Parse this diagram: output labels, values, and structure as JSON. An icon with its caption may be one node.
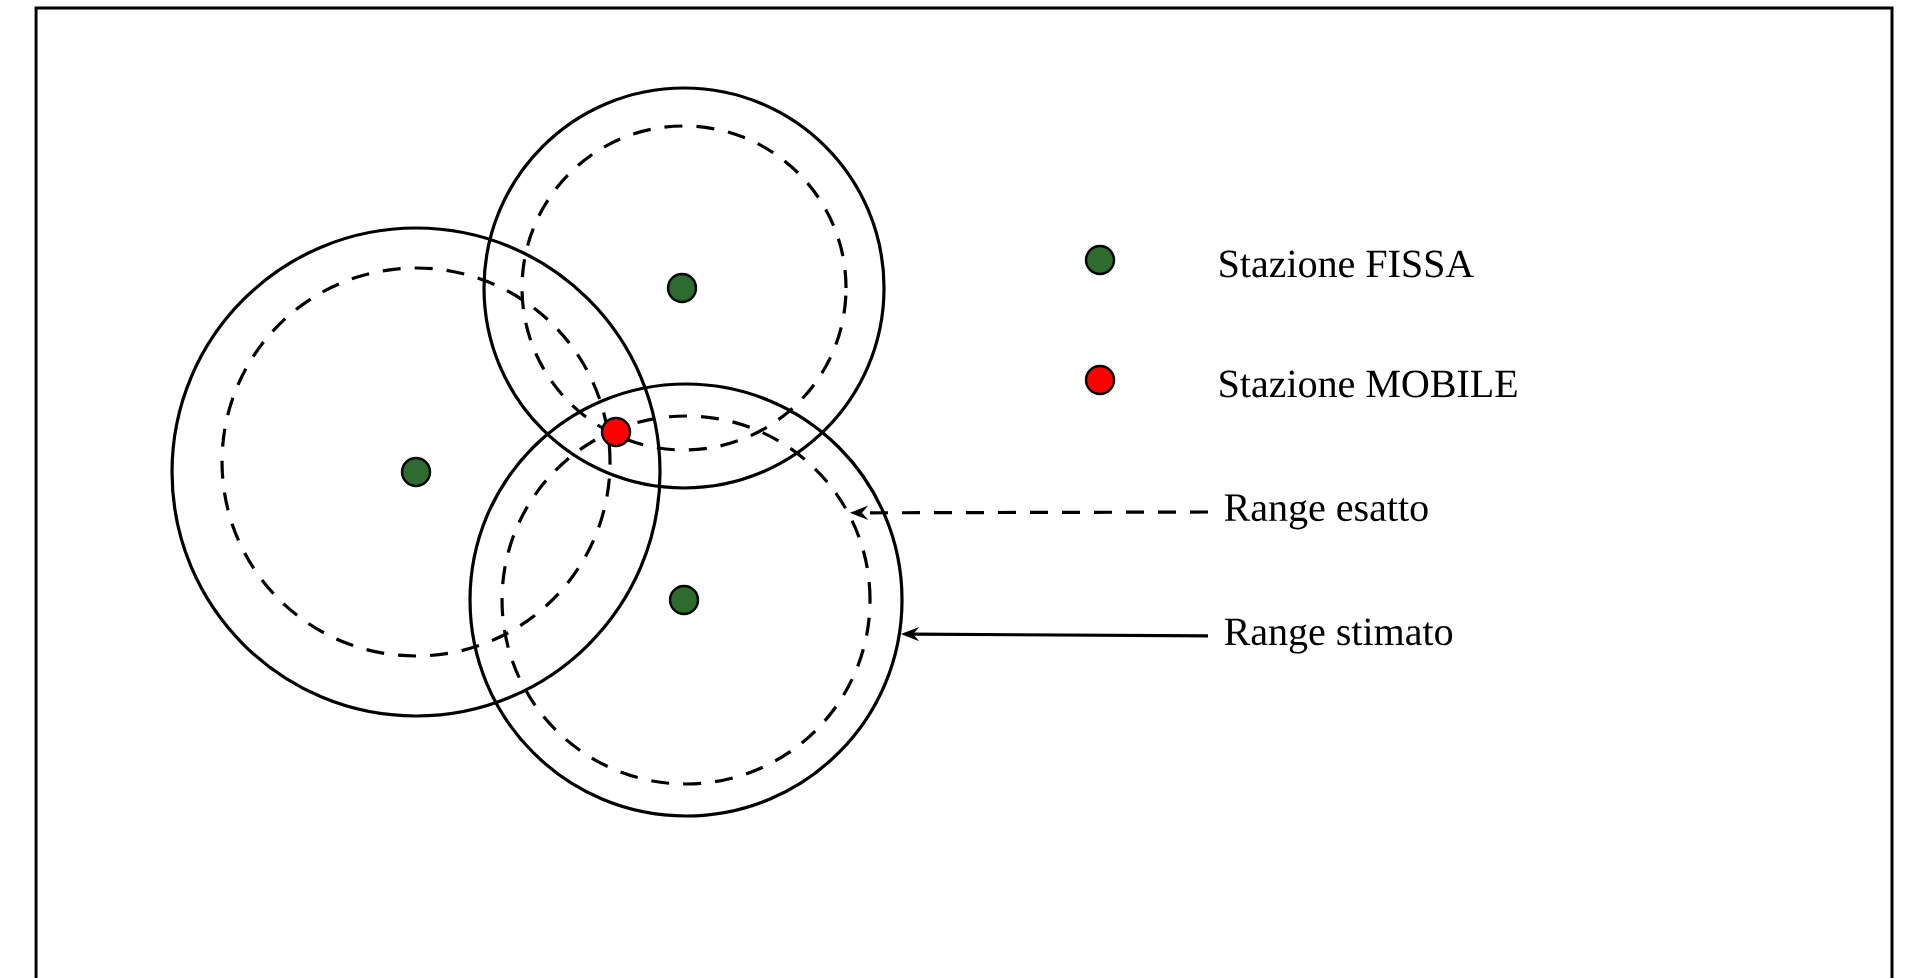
{
  "diagram": {
    "nodes": [
      {
        "text": [],
        "shape": "circle"
      },
      {
        "text": [],
        "shape": "circle",
        "in": 0
      },
      {
        "text": [],
        "shape": "circle"
      },
      {
        "text": [],
        "shape": "circle",
        "in": 2
      },
      {
        "text": [],
        "shape": "circle"
      },
      {
        "text": [],
        "shape": "circle",
        "in": 4
      },
      {
        "text": [
          "Range esatto"
        ]
      },
      {
        "text": [
          "Range stimato"
        ]
      }
    ],
    "edges": [
      {
        "from": 6,
        "to": 5,
        "arrow": "to",
        "style": "dashed"
      },
      {
        "from": 7,
        "to": 4,
        "arrow": "to"
      }
    ],
    "legend": [
      {
        "text": "Stazione FISSA",
        "color": "#2e6b2e"
      },
      {
        "text": "Stazione MOBILE",
        "color": "#ff0000"
      }
    ]
  }
}
